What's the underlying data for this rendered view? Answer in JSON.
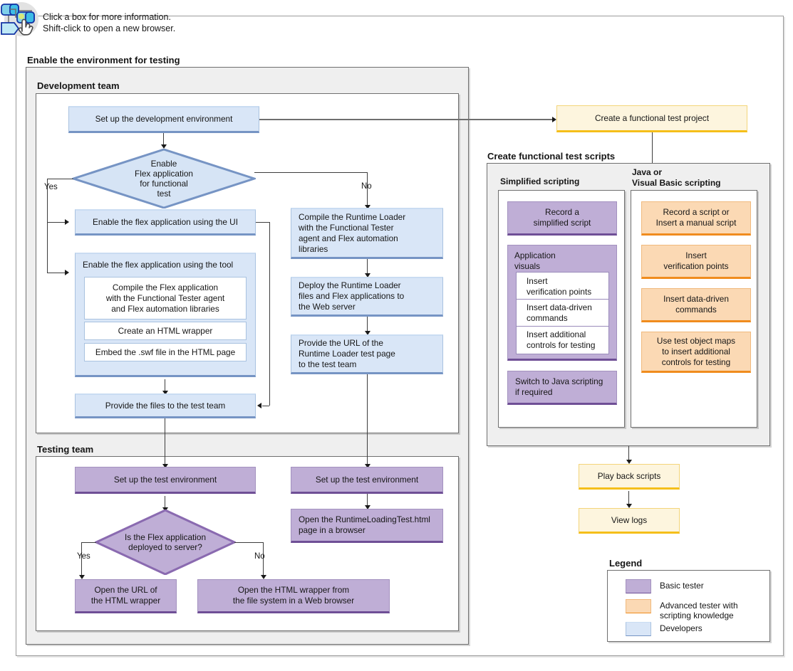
{
  "hint": {
    "icon": "flowchart-click-icon",
    "line1": "Click a box for more information.",
    "line2": "Shift-click to open a new browser.",
    "text": "Click a box for more information.\nShift-click to open a new browser."
  },
  "groups": {
    "enable_env": "Enable the environment for testing",
    "development_team": "Development team",
    "testing_team": "Testing team",
    "create_scripts": "Create functional test scripts",
    "simplified_scripting": "Simplified scripting",
    "java_vb_scripting": "Java or\nVisual Basic scripting"
  },
  "dev": {
    "setup_env": "Set up the development environment",
    "decision": "Enable\nFlex application\nfor functional\ntest",
    "yes": "Yes",
    "no": "No",
    "enable_ui": "Enable the flex application using the UI",
    "enable_tool": "Enable the flex application using the tool",
    "tool_compile": "Compile the Flex application\nwith the Functional Tester agent\nand Flex automation libraries",
    "tool_wrapper": "Create an HTML wrapper",
    "tool_embed": "Embed the .swf file in the HTML page",
    "provide_files": "Provide the files to the test team",
    "compile_runtime": "Compile the Runtime Loader\nwith the Functional Tester\nagent and Flex automation\nlibraries",
    "deploy_runtime": "Deploy the Runtime Loader\nfiles and Flex applications to\nthe Web server",
    "provide_url": "Provide the URL of the\nRuntime Loader test page\nto the test team"
  },
  "test": {
    "setup_left": "Set up the test environment",
    "setup_right": "Set up the test environment",
    "decision": "Is the Flex application\ndeployed to server?",
    "yes": "Yes",
    "no": "No",
    "open_url": "Open the URL of\nthe HTML wrapper",
    "open_wrapper": "Open the HTML wrapper from\nthe file system in a Web browser",
    "open_runtime_page": "Open the RuntimeLoadingTest.html\npage in a browser"
  },
  "scripts": {
    "create_project": "Create a functional test project",
    "simplified": {
      "record": "Record a\nsimplified script",
      "app_visuals": "Application\nvisuals",
      "insert_vp": "Insert\nverification points",
      "insert_ddc": "Insert data-driven\ncommands",
      "insert_ctrl": "Insert additional\ncontrols for testing",
      "switch_java": "Switch to Java scripting\nif required"
    },
    "java": {
      "record": "Record a script or\nInsert a manual script",
      "insert_vp": "Insert\nverification points",
      "insert_ddc": "Insert data-driven\ncommands",
      "object_maps": "Use test object maps\nto insert additional\ncontrols for testing"
    },
    "playback": "Play back scripts",
    "viewlogs": "View logs"
  },
  "legend": {
    "title": "Legend",
    "items": [
      {
        "label": "Basic tester",
        "color": "#bfaed6"
      },
      {
        "label": "Advanced tester with\nscripting knowledge",
        "color": "#fbd9b4"
      },
      {
        "label": "Developers",
        "color": "#d9e6f7"
      }
    ]
  },
  "colors": {
    "developers": "#d9e6f7",
    "basic_tester": "#bfaed6",
    "advanced_tester": "#fbd9b4",
    "yellow_step": "#fdf5de",
    "group_grey": "#efefef"
  }
}
